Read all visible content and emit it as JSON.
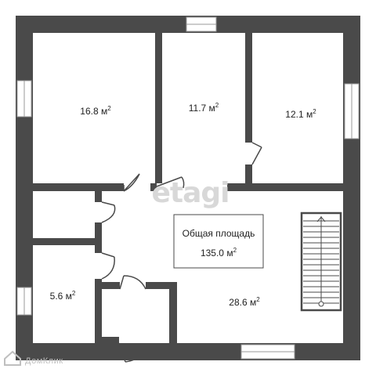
{
  "rooms": [
    {
      "id": "room-1",
      "value": "16.8 м",
      "sup": "2"
    },
    {
      "id": "room-2",
      "value": "11.7 м",
      "sup": "2"
    },
    {
      "id": "room-3",
      "value": "12.1 м",
      "sup": "2"
    },
    {
      "id": "room-4",
      "value": "5.6 м",
      "sup": "2"
    },
    {
      "id": "room-5",
      "value": "28.6 м",
      "sup": "2"
    }
  ],
  "total": {
    "label": "Общая площадь",
    "value": "135.0 м",
    "sup": "2"
  },
  "watermark": "etagi",
  "brand": "ДомКлик",
  "colors": {
    "wall": "#4a4a4a",
    "window": "#ffffff",
    "background": "#ffffff"
  }
}
